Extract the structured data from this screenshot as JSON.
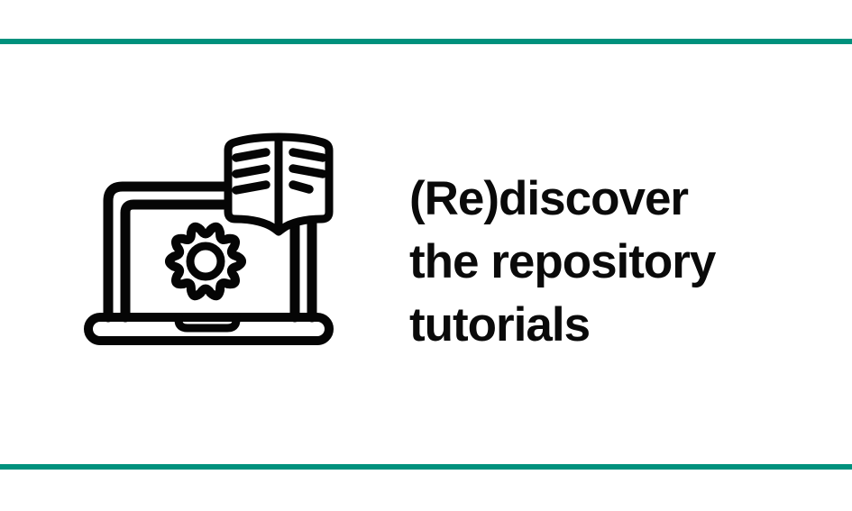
{
  "colors": {
    "background": "#FFFFFF",
    "accent": "#00917D"
  },
  "dividers": {
    "top": "accent-bar",
    "bottom": "accent-bar"
  },
  "headline": {
    "full_text": "(Re)discover the repository tutorials",
    "lines": [
      "(Re)discover",
      "the repository",
      "tutorials"
    ],
    "color": "#0A0A0A"
  },
  "icon": {
    "name": "laptop-with-gear-and-open-book",
    "parts": [
      "laptop-icon",
      "gear-icon",
      "open-book-icon"
    ],
    "color": "#050505"
  }
}
